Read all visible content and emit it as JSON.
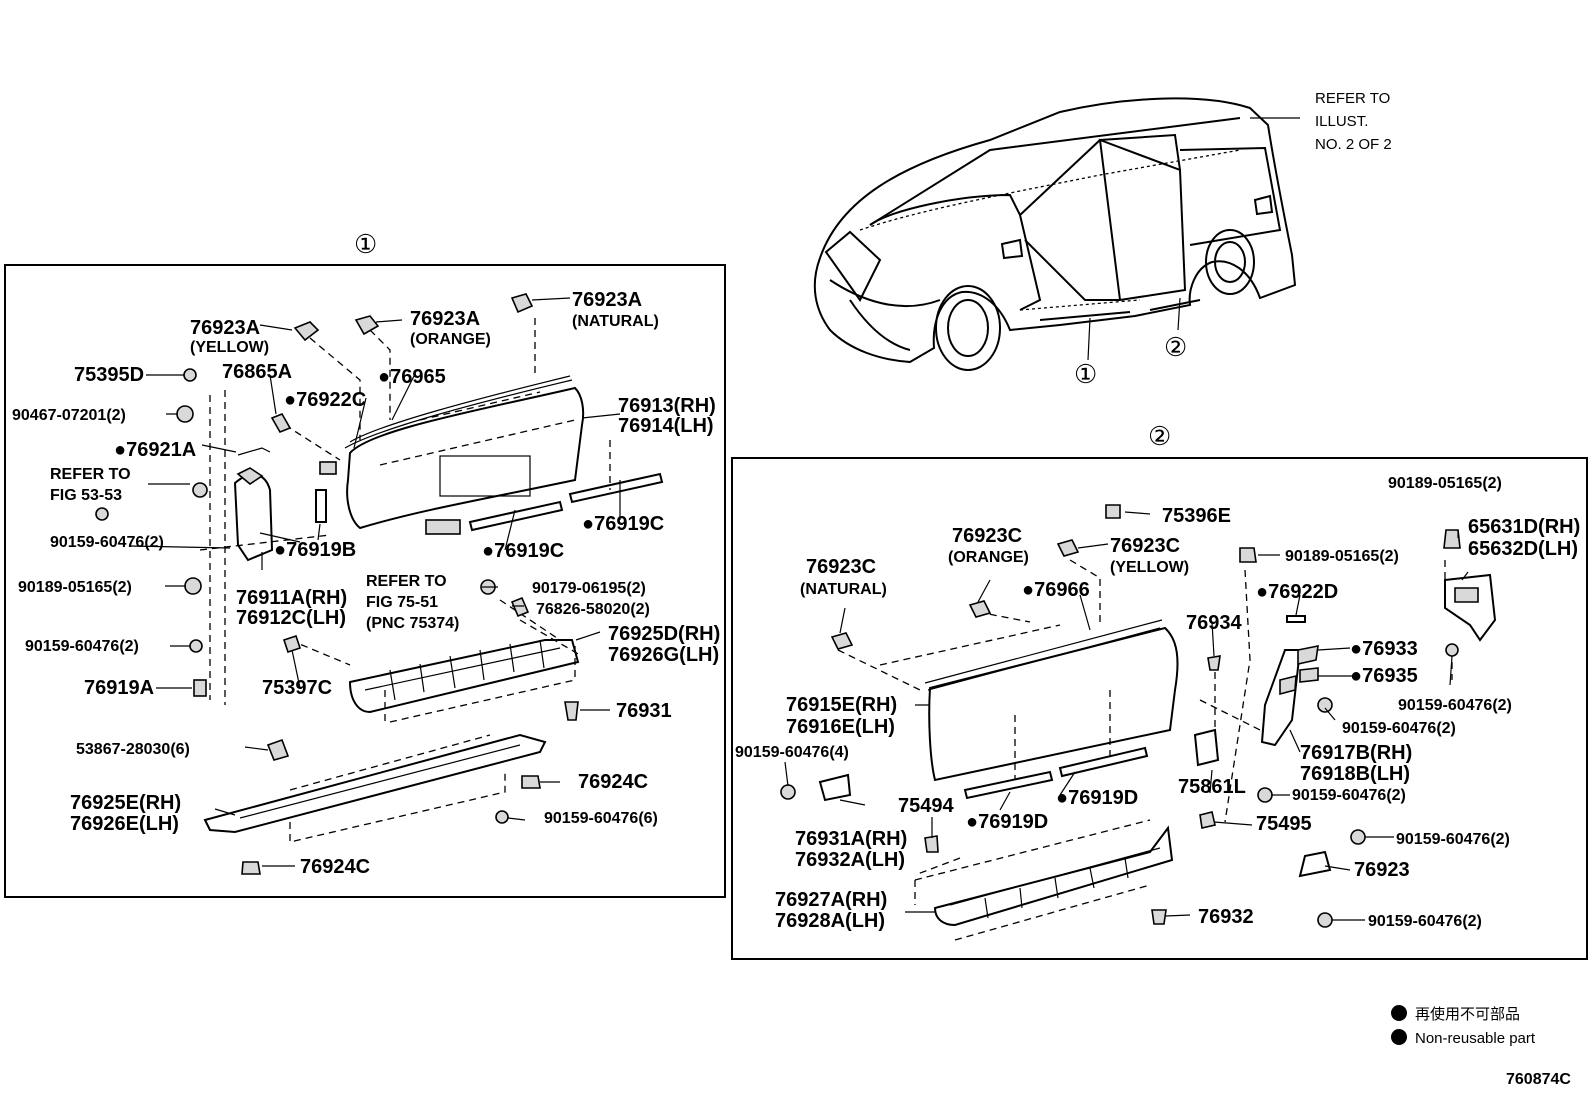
{
  "diagram": {
    "callouts": {
      "refer_top": [
        "REFER TO",
        "ILLUST.",
        "NO. 2 OF 2"
      ],
      "fig53": [
        "REFER TO",
        "FIG 53-53"
      ],
      "fig75": [
        "REFER TO",
        "FIG 75-51",
        "(PNC 75374)"
      ]
    },
    "circle_labels": {
      "one": "①",
      "two": "②"
    },
    "panel1": {
      "p76923A_y": "76923A",
      "yellow": "(YELLOW)",
      "p76923A_o": "76923A",
      "orange": "(ORANGE)",
      "p76923A_n": "76923A",
      "natural": "(NATURAL)",
      "p75395D": "75395D",
      "p76865A": "76865A",
      "p90467": "90467-07201(2)",
      "p76922C": "●76922C",
      "p76965": "●76965",
      "p76913": "76913(RH)",
      "p76914": "76914(LH)",
      "p76921A": "●76921A",
      "p76919C_a": "●76919C",
      "p76919C_b": "●76919C",
      "p76919B": "●76919B",
      "p90159_a": "90159-60476(2)",
      "p76911A": "76911A(RH)",
      "p76912C": "76912C(LH)",
      "p90189": "90189-05165(2)",
      "p90179": "90179-06195(2)",
      "p76826": "76826-58020(2)",
      "p76925D": "76925D(RH)",
      "p76926G": "76926G(LH)",
      "p90159_b": "90159-60476(2)",
      "p75397C": "75397C",
      "p76919A": "76919A",
      "p76931": "76931",
      "p53867": "53867-28030(6)",
      "p76924C_a": "76924C",
      "p76925E": "76925E(RH)",
      "p76926E": "76926E(LH)",
      "p90159_c": "90159-60476(6)",
      "p76924C_b": "76924C"
    },
    "panel2": {
      "p75396E": "75396E",
      "p90189_a": "90189-05165(2)",
      "p76923C_o": "76923C",
      "orange": "(ORANGE)",
      "p76923C_y": "76923C",
      "yellow": "(YELLOW)",
      "p90189_b": "90189-05165(2)",
      "p65631D": "65631D(RH)",
      "p65632D": "65632D(LH)",
      "p76923C_n": "76923C",
      "natural": "(NATURAL)",
      "p76966": "●76966",
      "p76922D": "●76922D",
      "p76934": "76934",
      "p76933": "●76933",
      "p76935": "●76935",
      "p90159_a": "90159-60476(2)",
      "p90159_b": "90159-60476(2)",
      "p76915E": "76915E(RH)",
      "p76916E": "76916E(LH)",
      "p76917B": "76917B(RH)",
      "p76918B": "76918B(LH)",
      "p90159_c": "90159-60476(4)",
      "p75861L": "75861L",
      "p90159_d": "90159-60476(2)",
      "p75494": "75494",
      "p76919D_a": "●76919D",
      "p76919D_b": "●76919D",
      "p75495": "75495",
      "p76931A": "76931A(RH)",
      "p76932A": "76932A(LH)",
      "p90159_e": "90159-60476(2)",
      "p76923": "76923",
      "p76927A": "76927A(RH)",
      "p76928A": "76928A(LH)",
      "p76932": "76932",
      "p90159_f": "90159-60476(2)"
    },
    "legend": {
      "reuse_jp": "再使用不可部品",
      "reuse_en": "Non-reusable part"
    },
    "illustration_code": "760874C"
  }
}
